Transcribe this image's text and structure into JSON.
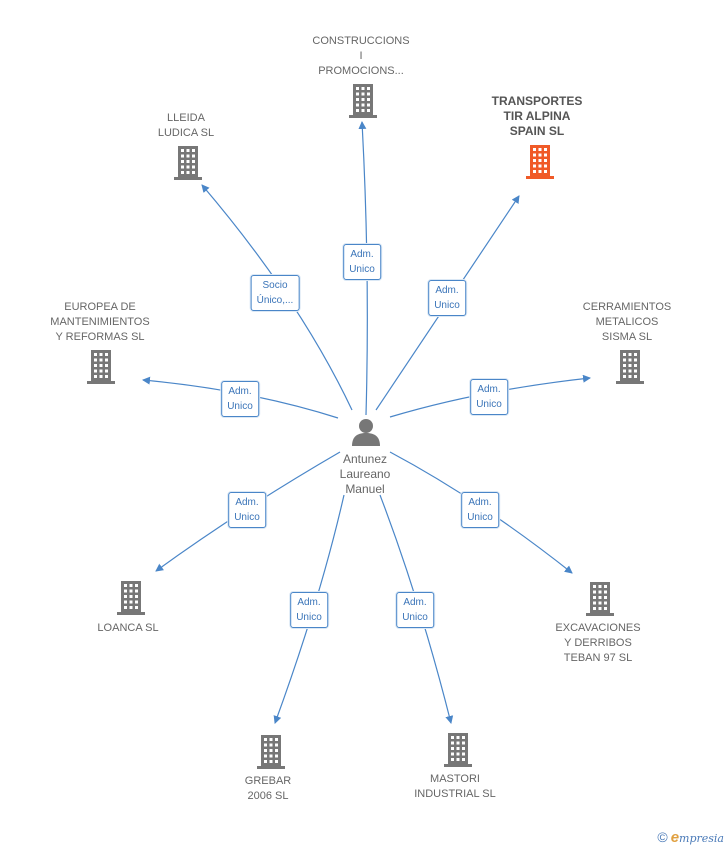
{
  "center": {
    "name": "Antunez\nLaureano\nManuel"
  },
  "colors": {
    "edge": "#4a86c8",
    "building": "#777777",
    "highlight": "#f05a28",
    "person": "#777777"
  },
  "companies": [
    {
      "id": "construccions",
      "name": "CONSTRUCCIONS\nI\nPROMOCIONS...",
      "role": "Adm.\nUnico",
      "highlight": false
    },
    {
      "id": "transportes",
      "name": "TRANSPORTES\nTIR ALPINA\nSPAIN SL",
      "role": "Adm.\nUnico",
      "highlight": true
    },
    {
      "id": "lleida",
      "name": "LLEIDA\nLUDICA SL",
      "role": "Socio\nÚnico,...",
      "highlight": false
    },
    {
      "id": "europea",
      "name": "EUROPEA DE\nMANTENIMIENTOS\nY REFORMAS SL",
      "role": "Adm.\nUnico",
      "highlight": false
    },
    {
      "id": "cerramientos",
      "name": "CERRAMIENTOS\nMETALICOS\nSISMA SL",
      "role": "Adm.\nUnico",
      "highlight": false
    },
    {
      "id": "loanca",
      "name": "LOANCA SL",
      "role": "Adm.\nUnico",
      "highlight": false
    },
    {
      "id": "excavaciones",
      "name": "EXCAVACIONES\nY DERRIBOS\nTEBAN 97 SL",
      "role": "Adm.\nUnico",
      "highlight": false
    },
    {
      "id": "grebar",
      "name": "GREBAR\n2006 SL",
      "role": "Adm.\nUnico",
      "highlight": false
    },
    {
      "id": "mastori",
      "name": "MASTORI\nINDUSTRIAL SL",
      "role": "Adm.\nUnico",
      "highlight": false
    }
  ],
  "footer": {
    "copyright": "©",
    "brand_initial": "e",
    "brand_rest": "mpresia"
  }
}
